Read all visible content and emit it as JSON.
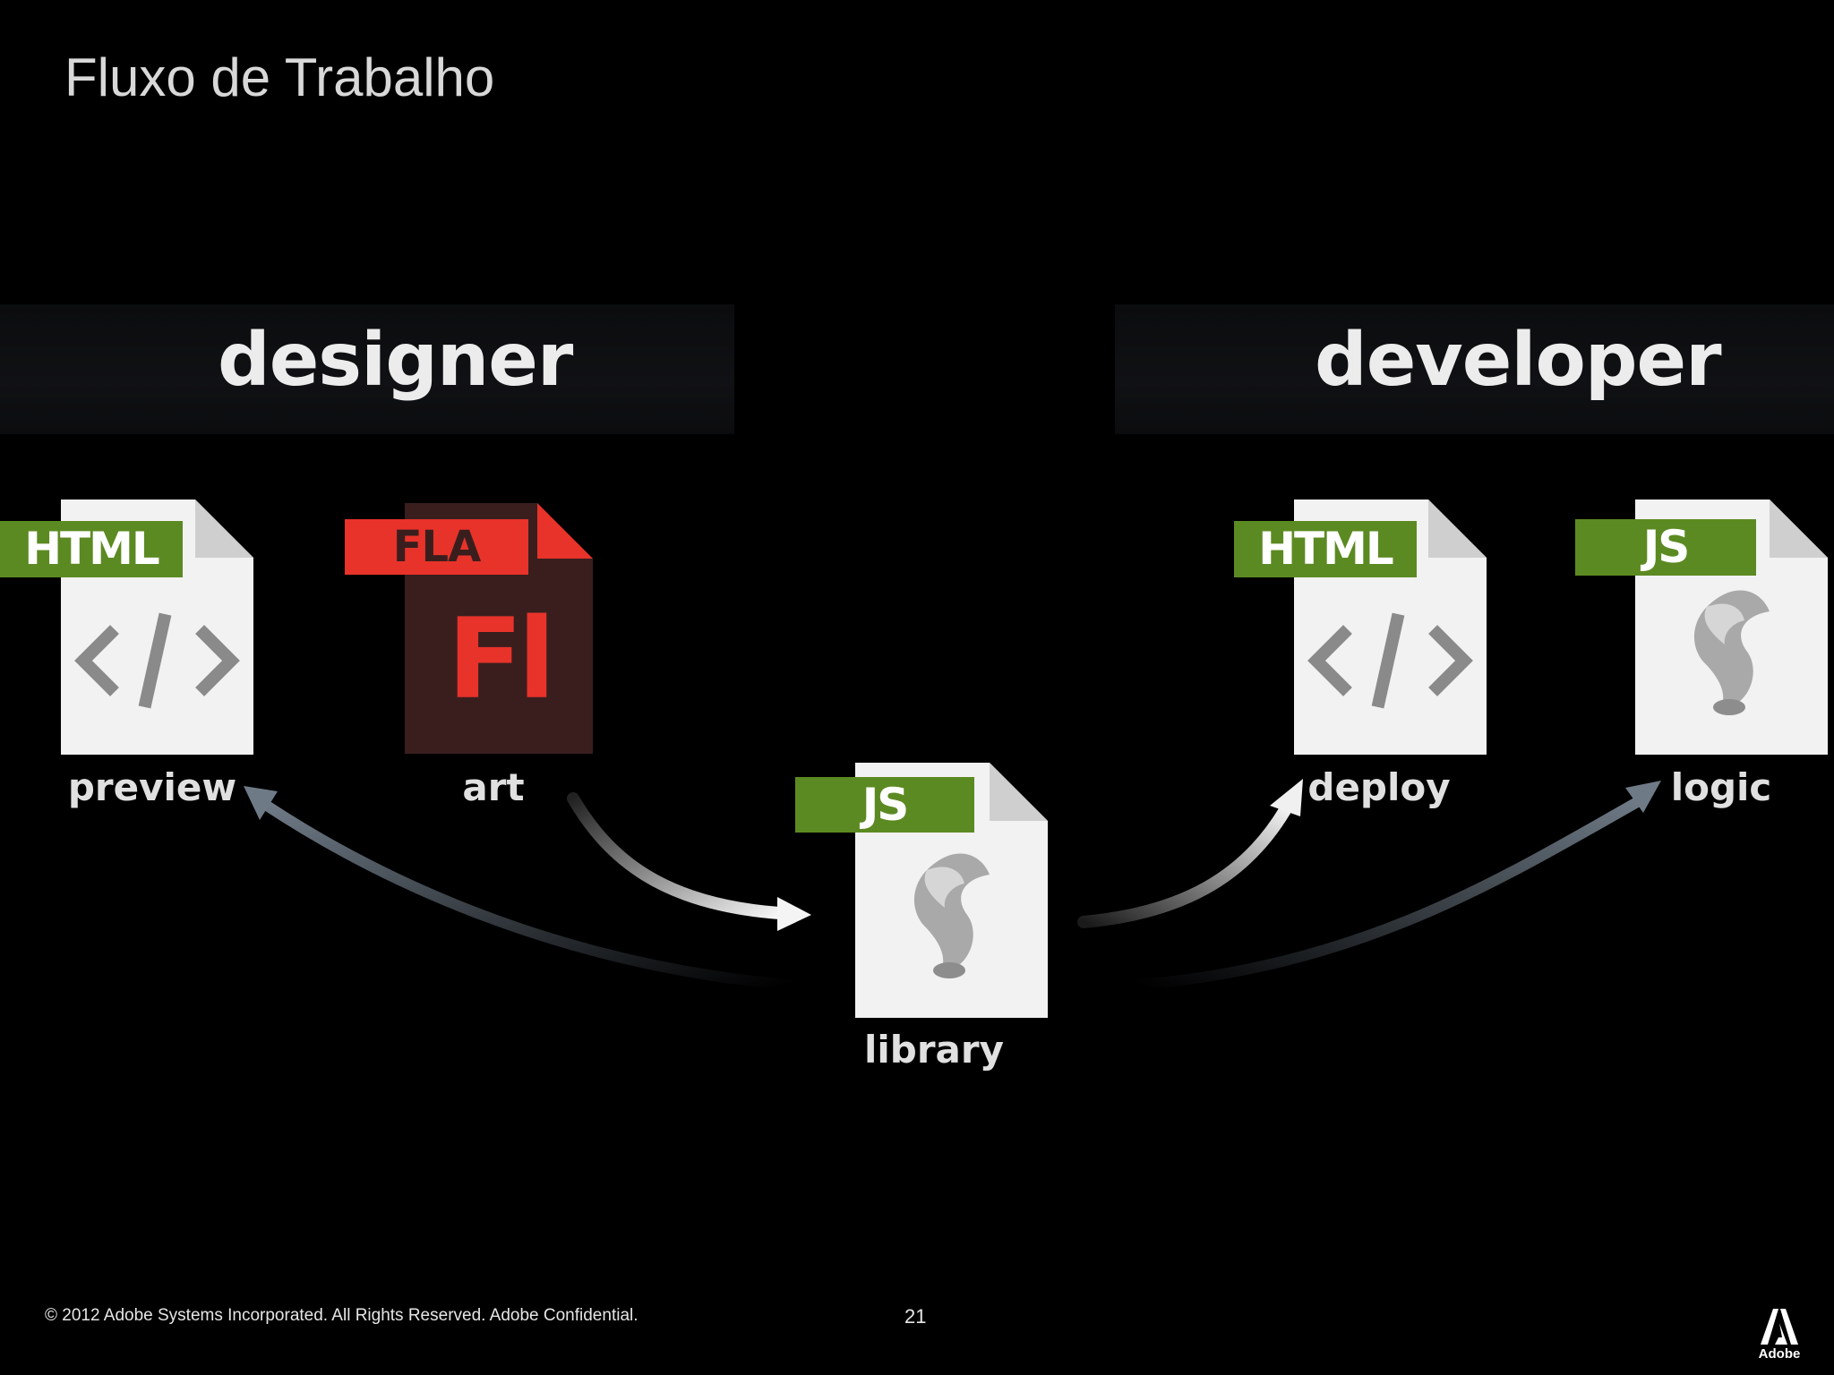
{
  "slide": {
    "title": "Fluxo de Trabalho"
  },
  "roles": {
    "designer": "designer",
    "developer": "developer"
  },
  "files": {
    "html_preview": {
      "tag": "HTML",
      "label": "preview"
    },
    "fla_art": {
      "tag": "FLA",
      "glyph": "Fl",
      "label": "art"
    },
    "js_library": {
      "tag": "JS",
      "label": "library"
    },
    "html_deploy": {
      "tag": "HTML",
      "label": "deploy"
    },
    "js_logic": {
      "tag": "JS",
      "label": "logic"
    }
  },
  "colors": {
    "html_tag": "#5c8a22",
    "fla_tag": "#e8332a",
    "fla_body": "#3a1e1e",
    "fla_glyph": "#e8332a",
    "js_tag": "#5c8a22"
  },
  "icons": {
    "html": "code-brackets-icon",
    "js": "scroll-icon",
    "fla": "flash-icon"
  },
  "footer": {
    "copyright": "© 2012 Adobe Systems Incorporated.  All Rights Reserved.  Adobe Confidential.",
    "page_number": "21",
    "logo_text": "Adobe"
  }
}
